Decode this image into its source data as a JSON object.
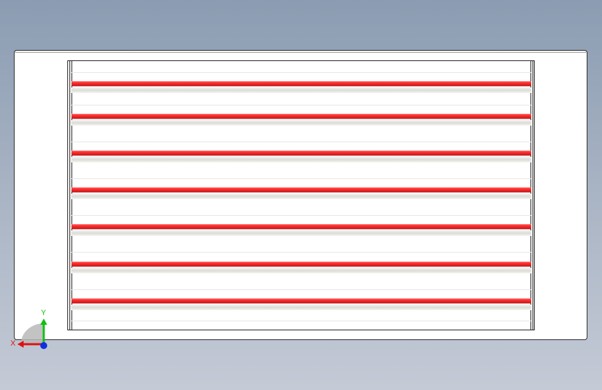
{
  "viewport": {
    "background_top": "#8b9cb2",
    "background_bottom": "#c4cad6"
  },
  "part": {
    "plate_color": "#ffffff",
    "edge_color": "#1f1f1f",
    "tube_color": "#e83030",
    "tube_count": 7
  },
  "triad": {
    "x_label": "X",
    "y_label": "Y",
    "x_color": "#e01010",
    "y_color": "#10c010",
    "z_color": "#1030e0"
  }
}
